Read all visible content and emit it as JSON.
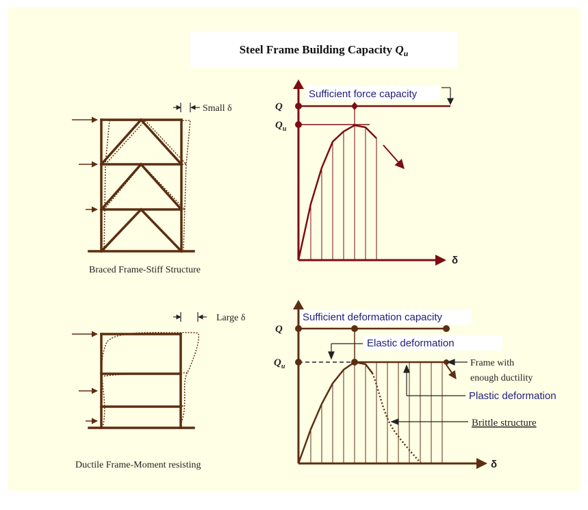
{
  "colors": {
    "background": "#FFFFE6",
    "structure": "#5C2E12",
    "curve": "#7A0E12",
    "accent_text": "#1F1F7A",
    "label_box": "#FFFFFF"
  },
  "title": {
    "text": "Steel Frame Building Capacity ",
    "symbol": "Q",
    "subscript": "u"
  },
  "braced_frame": {
    "caption": "Braced Frame-Stiff Structure",
    "drift_label": "Small δ"
  },
  "ductile_frame": {
    "caption": "Ductile Frame-Moment resisting",
    "drift_label": "Large δ"
  },
  "top_chart": {
    "demand_label": "Sufficient force capacity",
    "y_label_demand": "Q",
    "y_label_capacity": "Q",
    "y_label_capacity_sub": "u",
    "x_axis_label": "δ"
  },
  "bottom_chart": {
    "demand_label": "Sufficient deformation capacity",
    "y_label_demand": "Q",
    "y_label_capacity": "Q",
    "y_label_capacity_sub": "u",
    "x_axis_label": "δ",
    "elastic_label": "Elastic deformation",
    "ductile_label_line1": "Frame with",
    "ductile_label_line2": "enough ductility",
    "plastic_label": "Plastic deformation",
    "brittle_label": "Brittle structure"
  }
}
